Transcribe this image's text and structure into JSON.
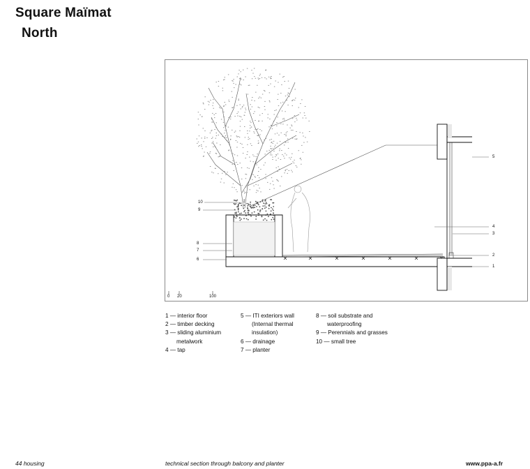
{
  "header": {
    "title": "Square Maïmat",
    "subtitle": "North"
  },
  "drawing": {
    "callouts": [
      "10",
      "9",
      "8",
      "7",
      "6",
      "5",
      "4",
      "3",
      "2",
      "1"
    ],
    "scale": [
      "0",
      "20",
      "100"
    ]
  },
  "legend": {
    "col1": [
      "1 — interior floor",
      "2 — timber decking",
      "3 — sliding aluminium",
      "metalwork",
      "4 — tap"
    ],
    "col2": [
      "5 — ITI exteriors wall",
      "(Internal thermal",
      "insulation)",
      "6 — drainage",
      "7 — planter"
    ],
    "col3": [
      "8 — soil substrate and",
      "waterproofing",
      "9 — Perennials and grasses",
      "10 — small tree"
    ]
  },
  "footer": {
    "left": "44 housing",
    "center": "technical section through balcony and planter",
    "right": "www.ppa-a.fr"
  }
}
